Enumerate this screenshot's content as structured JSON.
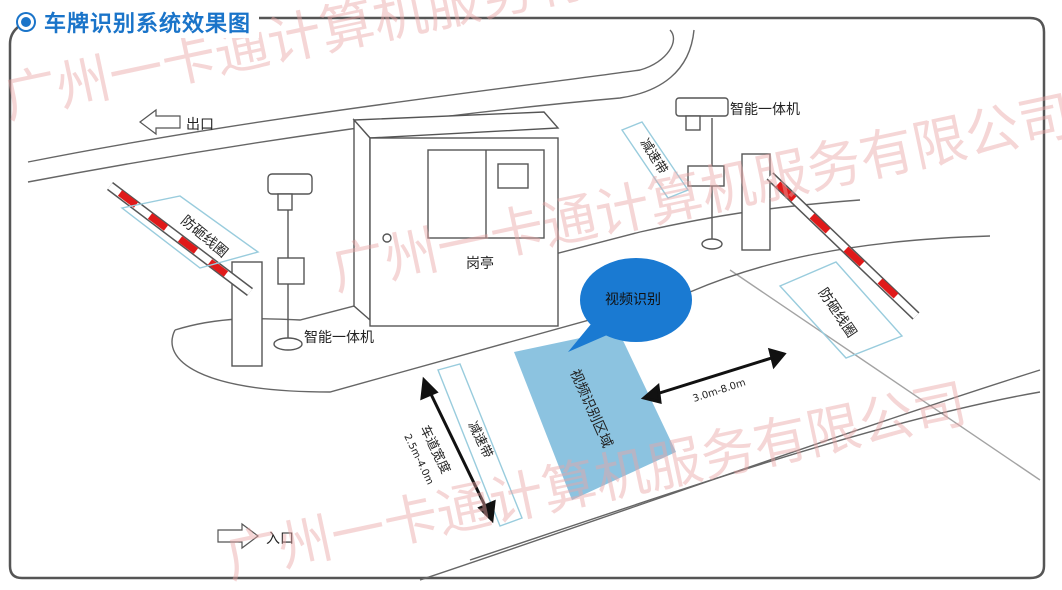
{
  "title": "车牌识别系统效果图",
  "labels": {
    "exit": "出口",
    "entrance": "入口",
    "booth": "岗亭",
    "camera_top": "智能一体机",
    "camera_left": "智能一体机",
    "loop_left": "防砸线圈",
    "loop_right": "防砸线圈",
    "speed_bump_top": "减速带",
    "speed_bump_bottom": "减速带",
    "video_recognition": "视频识别",
    "recognition_zone": "视频识别区域",
    "distance_range": "3.0m-8.0m",
    "lane_width_label": "车道宽度",
    "lane_width_range": "2.5m-4.0m"
  },
  "watermark": "广州一卡通计算机服务有限公司",
  "colors": {
    "accent": "#1a74c9",
    "zone": "#8cc3e0",
    "bubble": "#1a7ad2",
    "barrier_red": "#e01a1a",
    "line": "#444444",
    "watermark": "#e9a3a3"
  }
}
